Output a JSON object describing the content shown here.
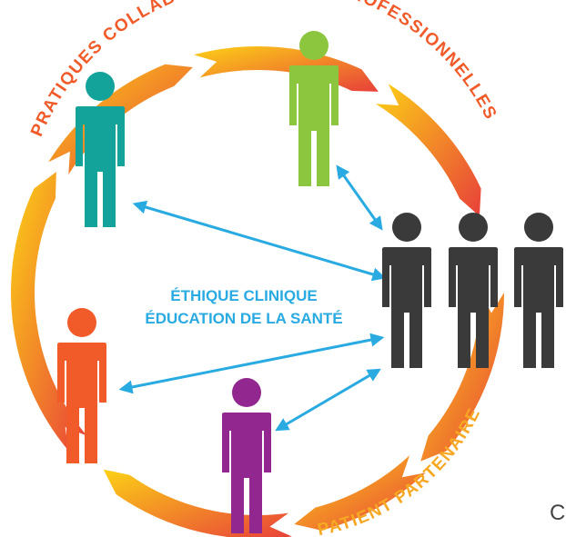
{
  "labels": {
    "top_arc": "PRATIQUES COLLABORATIVES INTERPROFESSIONNELLES",
    "bottom_arc": "PATIENT PARTENAIRE",
    "center_line1": "ÉTHIQUE CLINIQUE",
    "center_line2": "ÉDUCATION DE LA SANTÉ",
    "corner_letter": "C"
  },
  "colors": {
    "arc_label": "#f15a29",
    "bottom_label": "#f7a823",
    "center_text": "#29abe2",
    "arrows": "#29abe2",
    "ring_start": "#e8403a",
    "ring_end": "#fcd116",
    "person_teal": "#14a39a",
    "person_green": "#8cc63f",
    "person_orange": "#f15a29",
    "person_purple": "#92278f",
    "person_dark": "#3a3a3a",
    "corner_text": "#444444"
  },
  "icons": {
    "person": "person-icon",
    "arrow": "double-arrow-icon"
  }
}
